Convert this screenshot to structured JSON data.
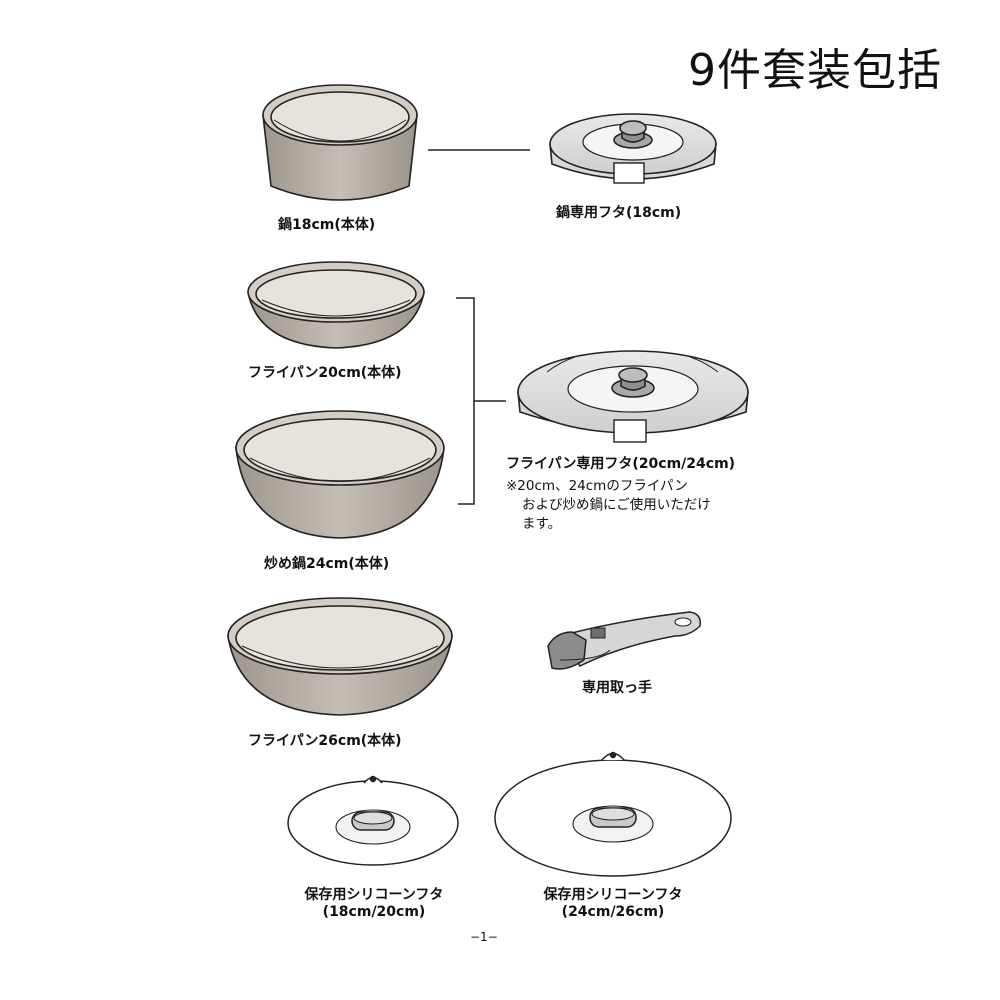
{
  "title": "9件套装包括",
  "items": {
    "pot18": "鍋18cm(本体)",
    "pot_lid18": "鍋専用フタ(18cm)",
    "pan20": "フライパン20cm(本体)",
    "pan_lid": "フライパン専用フタ(20cm/24cm)",
    "note_line1": "※20cm、24cmのフライパン",
    "note_line2": "および炒め鍋にご使用いただけ",
    "note_line3": "ます。",
    "wok24": "炒め鍋24cm(本体)",
    "pan26": "フライパン26cm(本体)",
    "handle": "専用取っ手",
    "silicone_small_name": "保存用シリコーンフタ",
    "silicone_small_size": "(18cm/20cm)",
    "silicone_large_name": "保存用シリコーンフタ",
    "silicone_large_size": "(24cm/26cm)"
  },
  "page_number": "−1−"
}
